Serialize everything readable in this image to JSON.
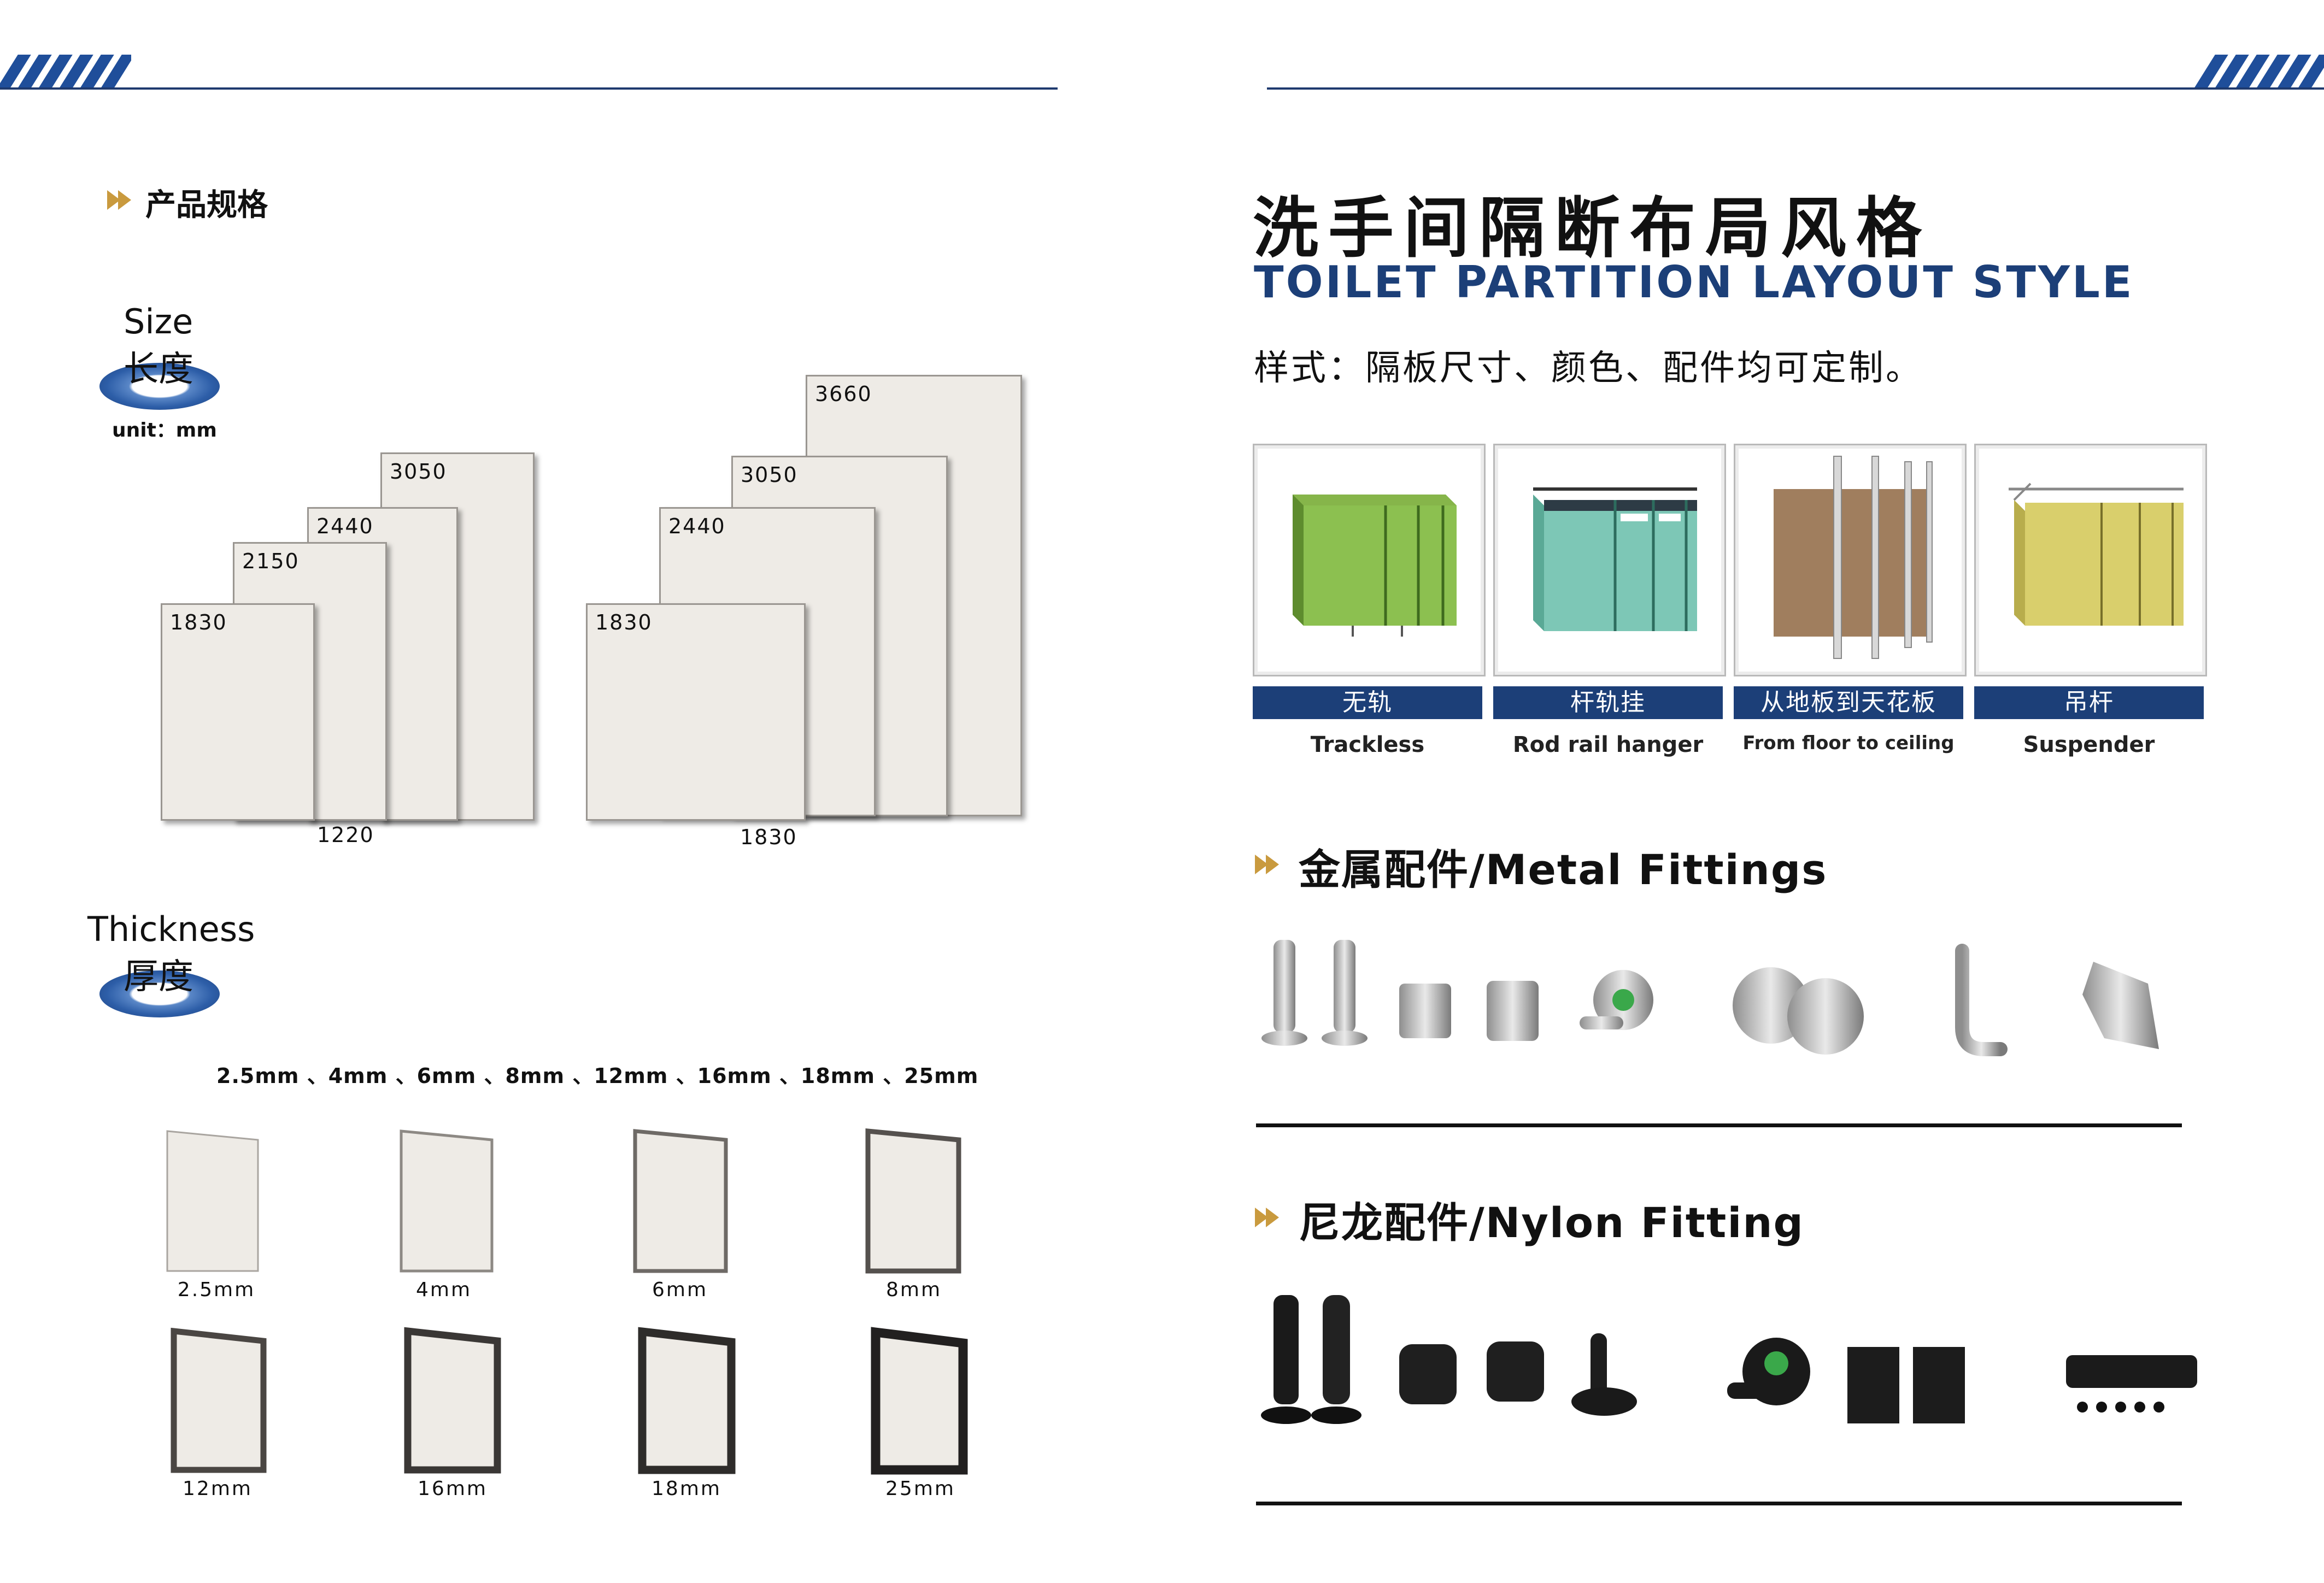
{
  "left": {
    "section_title": "产品规格",
    "size": {
      "en": "Size",
      "zh": "长度",
      "unit": "unit：mm"
    },
    "group1": {
      "heights": [
        "1830",
        "2150",
        "2440",
        "3050"
      ],
      "width": "1220"
    },
    "group2": {
      "heights": [
        "1830",
        "2440",
        "3050",
        "3660"
      ],
      "width": "1830"
    },
    "thickness": {
      "en": "Thickness",
      "zh": "厚度"
    },
    "thickness_list": "2.5mm 、4mm 、6mm 、8mm 、12mm 、16mm 、18mm 、25mm",
    "tiles": [
      "2.5mm",
      "4mm",
      "6mm",
      "8mm",
      "12mm",
      "16mm",
      "18mm",
      "25mm"
    ]
  },
  "right": {
    "title_zh": "洗手间隔断布局风格",
    "title_en": "TOILET PARTITION LAYOUT STYLE",
    "subtitle": "样式：隔板尺寸、颜色、配件均可定制。",
    "styles": [
      {
        "zh": "无轨",
        "en": "Trackless",
        "color": "#86b54a"
      },
      {
        "zh": "杆轨挂",
        "en": "Rod rail hanger",
        "color": "#7dc7b6"
      },
      {
        "zh": "从地板到天花板",
        "en": "From floor to ceiling",
        "color": "#a07e5e"
      },
      {
        "zh": "吊杆",
        "en": "Suspender",
        "color": "#d9cf6c"
      }
    ],
    "metal_title": "金属配件/Metal Fittings",
    "nylon_title": "尼龙配件/Nylon Fitting"
  },
  "colors": {
    "accent_blue": "#1c3f78",
    "stripe_blue": "#1f4e9a",
    "arrow_gold": "#c99a3e"
  }
}
